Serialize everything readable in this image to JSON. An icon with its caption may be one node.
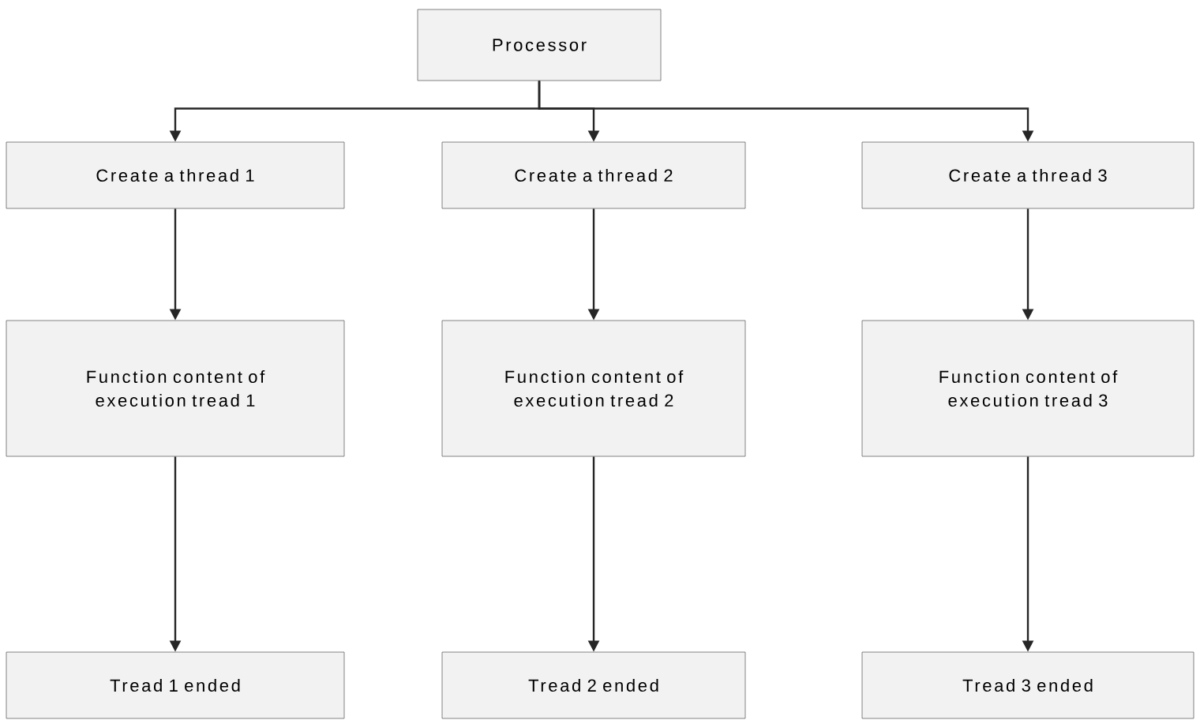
{
  "diagram": {
    "nodes": [
      {
        "text": [
          "Processor"
        ]
      },
      {
        "text": [
          "Create a thread 1"
        ]
      },
      {
        "text": [
          "Create a thread 2"
        ]
      },
      {
        "text": [
          "Create a thread 3"
        ]
      },
      {
        "text": [
          "Function content of execution tread 1"
        ]
      },
      {
        "text": [
          "Function content of execution tread 2"
        ]
      },
      {
        "text": [
          "Function content of execution tread 3"
        ]
      },
      {
        "text": [
          "Tread 1 ended"
        ]
      },
      {
        "text": [
          "Tread 2 ended"
        ]
      },
      {
        "text": [
          "Tread 3 ended"
        ]
      }
    ],
    "edges": [
      {
        "from": 0,
        "to": 1,
        "arrow": "to"
      },
      {
        "from": 0,
        "to": 2,
        "arrow": "to"
      },
      {
        "from": 0,
        "to": 3,
        "arrow": "to"
      },
      {
        "from": 1,
        "to": 4,
        "arrow": "to"
      },
      {
        "from": 2,
        "to": 5,
        "arrow": "to"
      },
      {
        "from": 3,
        "to": 6,
        "arrow": "to"
      },
      {
        "from": 4,
        "to": 7,
        "arrow": "to"
      },
      {
        "from": 5,
        "to": 8,
        "arrow": "to"
      },
      {
        "from": 6,
        "to": 9,
        "arrow": "to"
      }
    ]
  }
}
